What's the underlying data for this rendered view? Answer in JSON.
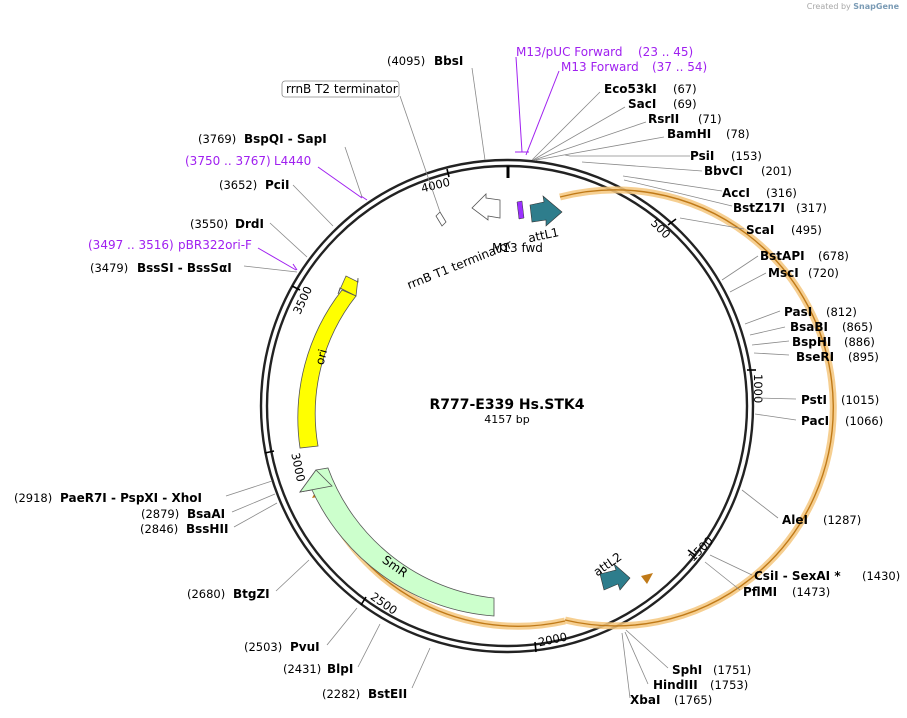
{
  "watermark": {
    "prefix": "Created by",
    "brand": "SnapGene"
  },
  "plasmid": {
    "name": "R777-E339 Hs.STK4",
    "length_label": "4157 bp",
    "length": 4157
  },
  "backbone_ticks": [
    {
      "label": "500",
      "bp": 500
    },
    {
      "label": "1000",
      "bp": 1000
    },
    {
      "label": "1500",
      "bp": 1500
    },
    {
      "label": "2000",
      "bp": 2000
    },
    {
      "label": "2500",
      "bp": 2500
    },
    {
      "label": "3000",
      "bp": 3000
    },
    {
      "label": "3500",
      "bp": 3500
    },
    {
      "label": "4000",
      "bp": 4000
    }
  ],
  "enzymes": [
    {
      "name": "BbsI",
      "pos": "(4095)"
    },
    {
      "name": "Eco53kI",
      "pos": "(67)"
    },
    {
      "name": "SacI",
      "pos": "(69)"
    },
    {
      "name": "RsrII",
      "pos": "(71)"
    },
    {
      "name": "BamHI",
      "pos": "(78)"
    },
    {
      "name": "PsiI",
      "pos": "(153)"
    },
    {
      "name": "BbvCI",
      "pos": "(201)"
    },
    {
      "name": "AccI",
      "pos": "(316)"
    },
    {
      "name": "BstZ17I",
      "pos": "(317)"
    },
    {
      "name": "ScaI",
      "pos": "(495)"
    },
    {
      "name": "BstAPI",
      "pos": "(678)"
    },
    {
      "name": "MscI",
      "pos": "(720)"
    },
    {
      "name": "PasI",
      "pos": "(812)"
    },
    {
      "name": "BsaBI",
      "pos": "(865)"
    },
    {
      "name": "BspHI",
      "pos": "(886)"
    },
    {
      "name": "BseRI",
      "pos": "(895)"
    },
    {
      "name": "PstI",
      "pos": "(1015)"
    },
    {
      "name": "PacI",
      "pos": "(1066)"
    },
    {
      "name": "AleI",
      "pos": "(1287)"
    },
    {
      "name": "CsiI - SexAI *",
      "pos": "(1430)"
    },
    {
      "name": "PflMI",
      "pos": "(1473)"
    },
    {
      "name": "SphI",
      "pos": "(1751)"
    },
    {
      "name": "HindIII",
      "pos": "(1753)"
    },
    {
      "name": "XbaI",
      "pos": "(1765)"
    },
    {
      "name": "BstEII",
      "pos": "(2282)"
    },
    {
      "name": "BlpI",
      "pos": "(2431)"
    },
    {
      "name": "PvuI",
      "pos": "(2503)"
    },
    {
      "name": "BtgZI",
      "pos": "(2680)"
    },
    {
      "name": "BssHII",
      "pos": "(2846)"
    },
    {
      "name": "BsaAI",
      "pos": "(2879)"
    },
    {
      "name": "PaeR7I - PspXI - XhoI",
      "pos": "(2918)"
    },
    {
      "name": "BssSI - BssSαI",
      "pos": "(3479)"
    },
    {
      "name": "DrdI",
      "pos": "(3550)"
    },
    {
      "name": "PciI",
      "pos": "(3652)"
    },
    {
      "name": "BspQI - SapI",
      "pos": "(3769)"
    }
  ],
  "primers": [
    {
      "name": "M13/pUC Forward",
      "range": "(23 .. 45)"
    },
    {
      "name": "M13 Forward",
      "range": "(37 .. 54)"
    },
    {
      "name": "L4440",
      "range": "(3750 .. 3767)"
    },
    {
      "name": "pBR322ori-F",
      "range": "(3497 .. 3516)"
    }
  ],
  "features": [
    {
      "name": "attL1",
      "color": "#2e7d8c"
    },
    {
      "name": "M13 fwd",
      "color": "#9b30ff"
    },
    {
      "name": "rrnB T1 terminator",
      "color": "#ffffff"
    },
    {
      "name": "rrnB T2 terminator",
      "color": "#ffffff"
    },
    {
      "name": "ori",
      "color": "#ffff00"
    },
    {
      "name": "SmR",
      "color": "#ccffcc"
    },
    {
      "name": "attL2",
      "color": "#2e7d8c"
    }
  ],
  "colors": {
    "primer": "#a020f0",
    "insert_highlight": "#f5c77e",
    "insert_arrow": "#c07a18"
  }
}
